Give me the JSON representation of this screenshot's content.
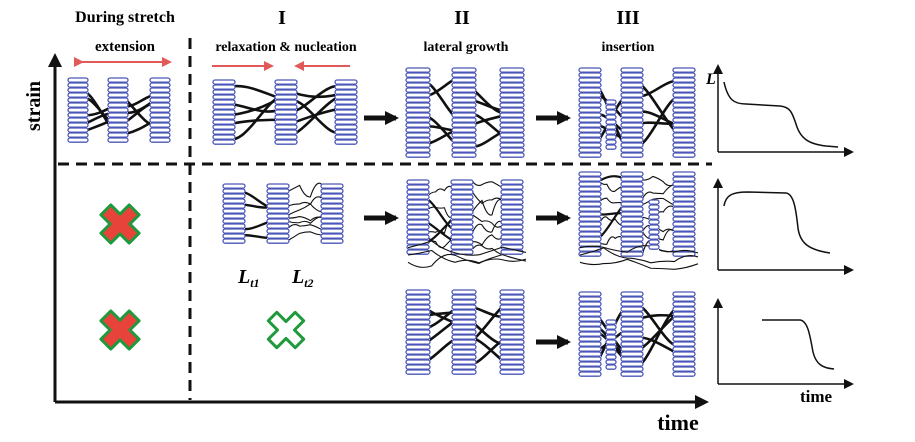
{
  "header": {
    "during_stretch": "During stretch",
    "extension": "extension",
    "stage_i": "I",
    "stage_i_label": "relaxation & nucleation",
    "stage_ii": "II",
    "stage_ii_label": "lateral growth",
    "stage_iii": "III",
    "stage_iii_label": "insertion"
  },
  "axes": {
    "y_label": "strain",
    "x_label": "time",
    "L_label": "L",
    "inset_time_label": "time"
  },
  "annotations": {
    "lt1_main": "L",
    "lt1_sub": "t1",
    "lt2_main": "L",
    "lt2_sub": "t2"
  },
  "colors": {
    "lamella": "#4a57b8",
    "chain": "#111111",
    "arrow_red": "#e05a5a",
    "cross_fill": "#e8433a",
    "cross_outline": "#1e9a3c"
  },
  "icons": {
    "cross_filled": "cross-icon",
    "cross_outline": "cross-outline-icon"
  }
}
